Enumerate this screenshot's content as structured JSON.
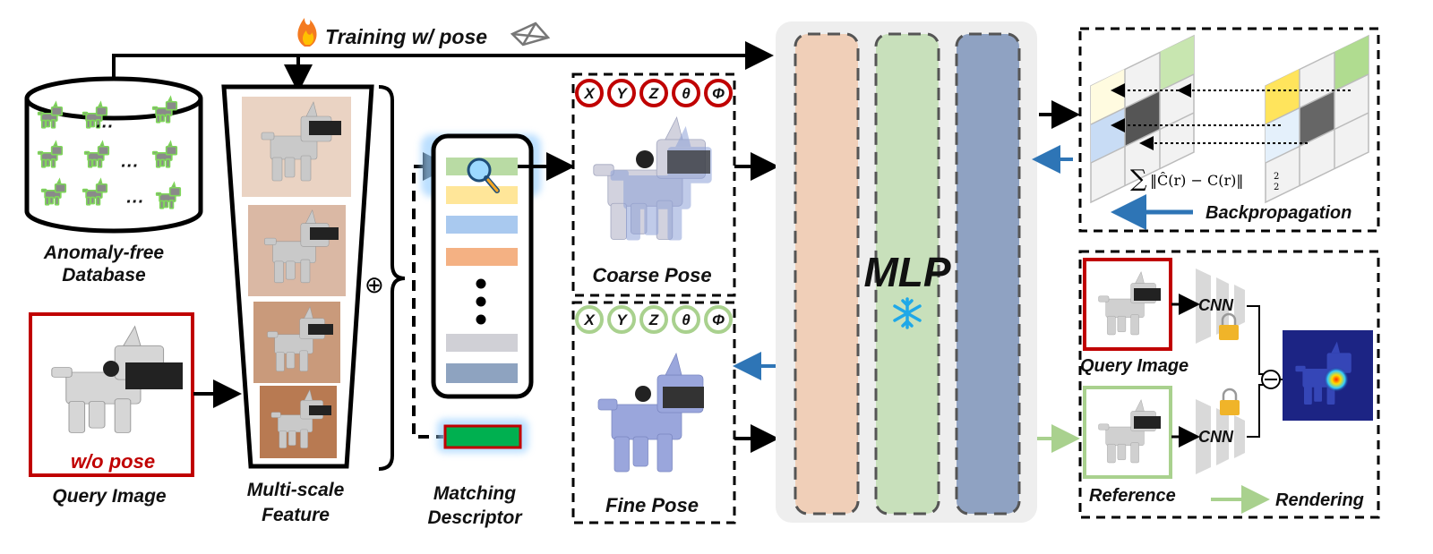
{
  "training_label": "Training w/ pose",
  "database_label_line1": "Anomaly-free",
  "database_label_line2": "Database",
  "ellipsis": "···",
  "query_image_label": "Query Image",
  "wo_pose_label": "w/o pose",
  "multiscale_label_line1": "Multi-scale",
  "multiscale_label_line2": "Feature",
  "concat_symbol": "⊕",
  "matching_label_line1": "Matching",
  "matching_label_line2": "Descriptor",
  "pose_params": [
    "X",
    "Y",
    "Z",
    "θ",
    "Φ"
  ],
  "coarse_pose_label": "Coarse Pose",
  "fine_pose_label": "Fine Pose",
  "mlp_label": "MLP",
  "frozen_icon": "snowflake-icon",
  "loss_formula_prefix": "∑",
  "loss_formula_body": "‖Ĉ(r) − C(r)‖",
  "loss_formula_sub": "2",
  "loss_formula_sup": "2",
  "backprop_label": "Backpropagation",
  "cnn_label": "CNN",
  "query_image_label_right": "Query Image",
  "reference_label": "Reference",
  "rendering_label": "Rendering",
  "minus_symbol": "⊖",
  "colors": {
    "query_border": "#c00000",
    "coarse_pose_ring": "#c00000",
    "fine_pose_ring": "#a9d18e",
    "reference_border": "#a9d18e",
    "backprop_arrow": "#2e75b6",
    "render_arrow": "#a9d18e",
    "mlp_col1": "#f0cfb8",
    "mlp_col2": "#c8e0bb",
    "mlp_col3": "#8fa2c2"
  }
}
